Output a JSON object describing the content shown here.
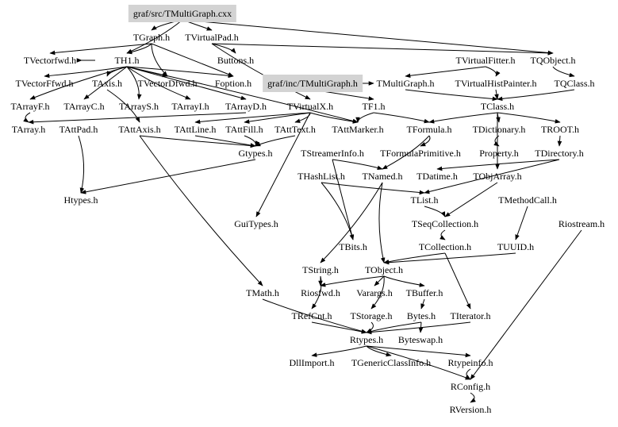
{
  "title": "Include dependency graph for graf/src/TMultiGraph.cxx",
  "colors": {
    "edge": "#000000",
    "highlight_fill": "#d3d3d3",
    "background": "#ffffff"
  },
  "nodes": [
    {
      "id": "src",
      "label": "graf/src/TMultiGraph.cxx",
      "highlight": true
    },
    {
      "id": "TGraph",
      "label": "TGraph.h"
    },
    {
      "id": "TVirtualPad",
      "label": "TVirtualPad.h"
    },
    {
      "id": "TVectorfwd",
      "label": "TVectorfwd.h"
    },
    {
      "id": "TH1",
      "label": "TH1.h"
    },
    {
      "id": "Buttons",
      "label": "Buttons.h"
    },
    {
      "id": "TVirtualFitter",
      "label": "TVirtualFitter.h"
    },
    {
      "id": "TQObject",
      "label": "TQObject.h"
    },
    {
      "id": "TVectorFfwd",
      "label": "TVectorFfwd.h"
    },
    {
      "id": "TAxis",
      "label": "TAxis.h"
    },
    {
      "id": "TVectorDfwd",
      "label": "TVectorDfwd.h"
    },
    {
      "id": "Foption",
      "label": "Foption.h"
    },
    {
      "id": "incMG",
      "label": "graf/inc/TMultiGraph.h",
      "highlight": true
    },
    {
      "id": "TMultiGraph",
      "label": "TMultiGraph.h"
    },
    {
      "id": "TVirtualHistPainter",
      "label": "TVirtualHistPainter.h"
    },
    {
      "id": "TQClass",
      "label": "TQClass.h"
    },
    {
      "id": "TArrayF",
      "label": "TArrayF.h"
    },
    {
      "id": "TArrayC",
      "label": "TArrayC.h"
    },
    {
      "id": "TArrayS",
      "label": "TArrayS.h"
    },
    {
      "id": "TArrayI",
      "label": "TArrayI.h"
    },
    {
      "id": "TArrayD",
      "label": "TArrayD.h"
    },
    {
      "id": "TVirtualX",
      "label": "TVirtualX.h"
    },
    {
      "id": "TF1",
      "label": "TF1.h"
    },
    {
      "id": "TClass",
      "label": "TClass.h"
    },
    {
      "id": "TArray",
      "label": "TArray.h"
    },
    {
      "id": "TAttPad",
      "label": "TAttPad.h"
    },
    {
      "id": "TAttAxis",
      "label": "TAttAxis.h"
    },
    {
      "id": "TAttLine",
      "label": "TAttLine.h"
    },
    {
      "id": "TAttFill",
      "label": "TAttFill.h"
    },
    {
      "id": "TAttText",
      "label": "TAttText.h"
    },
    {
      "id": "TAttMarker",
      "label": "TAttMarker.h"
    },
    {
      "id": "TFormula",
      "label": "TFormula.h"
    },
    {
      "id": "TDictionary",
      "label": "TDictionary.h"
    },
    {
      "id": "TROOT",
      "label": "TROOT.h"
    },
    {
      "id": "Gtypes",
      "label": "Gtypes.h"
    },
    {
      "id": "TStreamerInfo",
      "label": "TStreamerInfo.h"
    },
    {
      "id": "TFormulaPrimitive",
      "label": "TFormulaPrimitive.h"
    },
    {
      "id": "Property",
      "label": "Property.h"
    },
    {
      "id": "TDirectory",
      "label": "TDirectory.h"
    },
    {
      "id": "THashList",
      "label": "THashList.h"
    },
    {
      "id": "TNamed",
      "label": "TNamed.h"
    },
    {
      "id": "TDatime",
      "label": "TDatime.h"
    },
    {
      "id": "TObjArray",
      "label": "TObjArray.h"
    },
    {
      "id": "Htypes",
      "label": "Htypes.h"
    },
    {
      "id": "TList",
      "label": "TList.h"
    },
    {
      "id": "TMethodCall",
      "label": "TMethodCall.h"
    },
    {
      "id": "GuiTypes",
      "label": "GuiTypes.h"
    },
    {
      "id": "TSeqCollection",
      "label": "TSeqCollection.h"
    },
    {
      "id": "Riostream",
      "label": "Riostream.h"
    },
    {
      "id": "TBits",
      "label": "TBits.h"
    },
    {
      "id": "TCollection",
      "label": "TCollection.h"
    },
    {
      "id": "TUUID",
      "label": "TUUID.h"
    },
    {
      "id": "TString",
      "label": "TString.h"
    },
    {
      "id": "TObject",
      "label": "TObject.h"
    },
    {
      "id": "TMath",
      "label": "TMath.h"
    },
    {
      "id": "Riosfwd",
      "label": "Riosfwd.h"
    },
    {
      "id": "Varargs",
      "label": "Varargs.h"
    },
    {
      "id": "TBuffer",
      "label": "TBuffer.h"
    },
    {
      "id": "TRefCnt",
      "label": "TRefCnt.h"
    },
    {
      "id": "TStorage",
      "label": "TStorage.h"
    },
    {
      "id": "Bytes",
      "label": "Bytes.h"
    },
    {
      "id": "TIterator",
      "label": "TIterator.h"
    },
    {
      "id": "Rtypes",
      "label": "Rtypes.h"
    },
    {
      "id": "Byteswap",
      "label": "Byteswap.h"
    },
    {
      "id": "DllImport",
      "label": "DllImport.h"
    },
    {
      "id": "TGenericClassInfo",
      "label": "TGenericClassInfo.h"
    },
    {
      "id": "Rtypeinfo",
      "label": "Rtypeinfo.h"
    },
    {
      "id": "RConfig",
      "label": "RConfig.h"
    },
    {
      "id": "RVersion",
      "label": "RVersion.h"
    }
  ],
  "edges": [
    [
      "src",
      "TGraph"
    ],
    [
      "src",
      "TVirtualPad"
    ],
    [
      "src",
      "TH1"
    ],
    [
      "src",
      "TQObject"
    ],
    [
      "TGraph",
      "TVectorfwd"
    ],
    [
      "TGraph",
      "TH1"
    ],
    [
      "TGraph",
      "TVectorDfwd"
    ],
    [
      "TGraph",
      "Foption"
    ],
    [
      "TVirtualPad",
      "Buttons"
    ],
    [
      "TVirtualPad",
      "TVirtualX"
    ],
    [
      "TVirtualPad",
      "TQObject"
    ],
    [
      "TH1",
      "TVectorFfwd"
    ],
    [
      "TH1",
      "TAxis"
    ],
    [
      "TH1",
      "TVectorDfwd"
    ],
    [
      "TH1",
      "Foption"
    ],
    [
      "TH1",
      "TArrayF"
    ],
    [
      "TH1",
      "TArrayC"
    ],
    [
      "TH1",
      "TArrayS"
    ],
    [
      "TH1",
      "TArrayI"
    ],
    [
      "TH1",
      "TArrayD"
    ],
    [
      "TH1",
      "TAttMarker"
    ],
    [
      "TH1",
      "TVectorfwd"
    ],
    [
      "TVirtualFitter",
      "TMultiGraph"
    ],
    [
      "TVirtualFitter",
      "TVirtualHistPainter"
    ],
    [
      "TQObject",
      "TQClass"
    ],
    [
      "incMG",
      "TF1"
    ],
    [
      "incMG",
      "TMultiGraph"
    ],
    [
      "TMultiGraph",
      "TClass"
    ],
    [
      "TVirtualHistPainter",
      "TClass"
    ],
    [
      "TQClass",
      "TClass"
    ],
    [
      "TArrayF",
      "TArray"
    ],
    [
      "TArrayD",
      "TArray"
    ],
    [
      "TAxis",
      "TAttAxis"
    ],
    [
      "TVirtualX",
      "TAttLine"
    ],
    [
      "TVirtualX",
      "TAttFill"
    ],
    [
      "TVirtualX",
      "TAttText"
    ],
    [
      "TVirtualX",
      "TAttMarker"
    ],
    [
      "TVirtualX",
      "GuiTypes"
    ],
    [
      "TF1",
      "TFormula"
    ],
    [
      "TF1",
      "TAttMarker"
    ],
    [
      "TClass",
      "TDictionary"
    ],
    [
      "TClass",
      "TROOT"
    ],
    [
      "TClass",
      "TFormula"
    ],
    [
      "TClass",
      "TObjArray"
    ],
    [
      "TAttPad",
      "Htypes"
    ],
    [
      "TAttAxis",
      "Gtypes"
    ],
    [
      "TAttLine",
      "Gtypes"
    ],
    [
      "TAttFill",
      "Gtypes"
    ],
    [
      "TAttText",
      "Gtypes"
    ],
    [
      "Gtypes",
      "Htypes"
    ],
    [
      "TFormula",
      "TFormulaPrimitive"
    ],
    [
      "TDictionary",
      "Property"
    ],
    [
      "TROOT",
      "TDirectory"
    ],
    [
      "TFormula",
      "TNamed"
    ],
    [
      "TDirectory",
      "TDatime"
    ],
    [
      "TDirectory",
      "TList"
    ],
    [
      "TStreamerInfo",
      "TNamed"
    ],
    [
      "THashList",
      "TList"
    ],
    [
      "TObjArray",
      "TSeqCollection"
    ],
    [
      "TList",
      "TSeqCollection"
    ],
    [
      "TSeqCollection",
      "TCollection"
    ],
    [
      "TMethodCall",
      "TUUID"
    ],
    [
      "TNamed",
      "TString"
    ],
    [
      "TNamed",
      "TObject"
    ],
    [
      "TStreamerInfo",
      "TBits"
    ],
    [
      "THashList",
      "TBits"
    ],
    [
      "TCollection",
      "TObject"
    ],
    [
      "TCollection",
      "TIterator"
    ],
    [
      "TUUID",
      "TObject"
    ],
    [
      "TAttAxis",
      "TMath"
    ],
    [
      "TString",
      "Riosfwd"
    ],
    [
      "TString",
      "TRefCnt"
    ],
    [
      "TObject",
      "Riosfwd"
    ],
    [
      "TObject",
      "Varargs"
    ],
    [
      "TObject",
      "TStorage"
    ],
    [
      "TObject",
      "TBuffer"
    ],
    [
      "TBuffer",
      "Bytes"
    ],
    [
      "TIterator",
      "Rtypes"
    ],
    [
      "TMath",
      "Rtypes"
    ],
    [
      "TRefCnt",
      "Rtypes"
    ],
    [
      "TStorage",
      "Rtypes"
    ],
    [
      "Bytes",
      "Rtypes"
    ],
    [
      "Bytes",
      "Byteswap"
    ],
    [
      "Rtypes",
      "DllImport"
    ],
    [
      "Rtypes",
      "TGenericClassInfo"
    ],
    [
      "Rtypes",
      "Rtypeinfo"
    ],
    [
      "Rtypes",
      "RConfig"
    ],
    [
      "Rtypeinfo",
      "RConfig"
    ],
    [
      "Riostream",
      "RConfig"
    ],
    [
      "RConfig",
      "RVersion"
    ]
  ]
}
